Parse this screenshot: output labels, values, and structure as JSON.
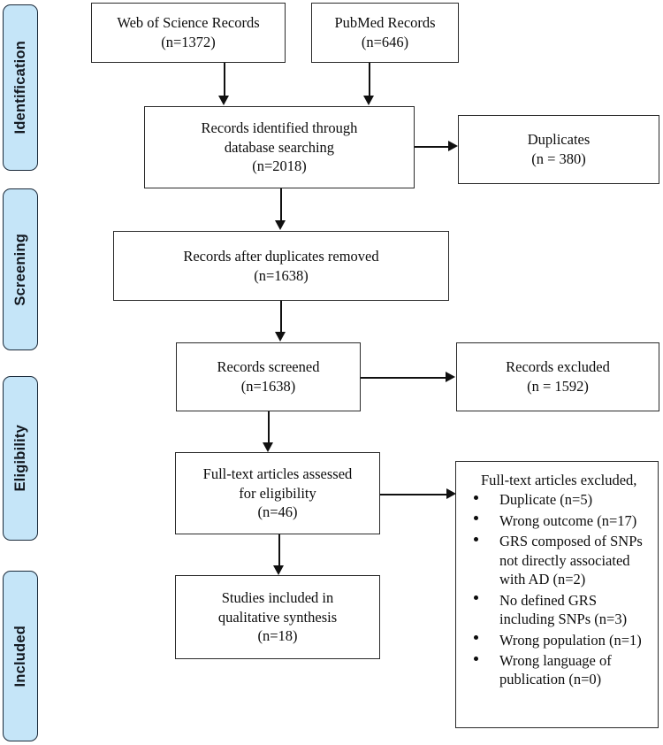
{
  "diagram": {
    "type": "prisma-flow-diagram",
    "accent_color": "#c5e5f8",
    "line_color": "#101010",
    "box_border_color": "#2a2a2a"
  },
  "stages": [
    {
      "label": "Identification"
    },
    {
      "label": "Screening"
    },
    {
      "label": "Eligibility"
    },
    {
      "label": "Included"
    }
  ],
  "boxes": {
    "web_of_science": "Web of Science Records\n(n=1372)",
    "pubmed": "PubMed Records\n(n=646)",
    "records_identified": "Records identified through\ndatabase searching\n(n=2018)",
    "duplicates": "Duplicates\n(n = 380)",
    "records_after_duplicates": "Records after duplicates removed\n(n=1638)",
    "records_screened": "Records screened\n(n=1638)",
    "records_excluded": "Records excluded\n(n = 1592)",
    "fulltext_assessed": "Full-text articles assessed\nfor eligibility\n(n=46)",
    "studies_included": "Studies included in\nqualitative synthesis\n(n=18)"
  },
  "exclusions": {
    "title": "Full-text articles excluded,",
    "items": [
      "Duplicate (n=5)",
      "Wrong outcome (n=17)",
      "GRS composed of SNPs not directly associated with AD (n=2)",
      "No defined GRS including SNPs (n=3)",
      "Wrong population (n=1)",
      "Wrong language of publication (n=0)"
    ]
  },
  "counts": {
    "web_of_science": 1372,
    "pubmed": 646,
    "records_identified": 2018,
    "duplicates": 380,
    "records_after_duplicates": 1638,
    "records_screened": 1638,
    "records_excluded": 1592,
    "fulltext_assessed": 46,
    "studies_included": 18,
    "excluded_duplicate": 5,
    "excluded_wrong_outcome": 17,
    "excluded_grs_not_associated": 2,
    "excluded_no_defined_grs": 3,
    "excluded_wrong_population": 1,
    "excluded_wrong_language": 0
  }
}
